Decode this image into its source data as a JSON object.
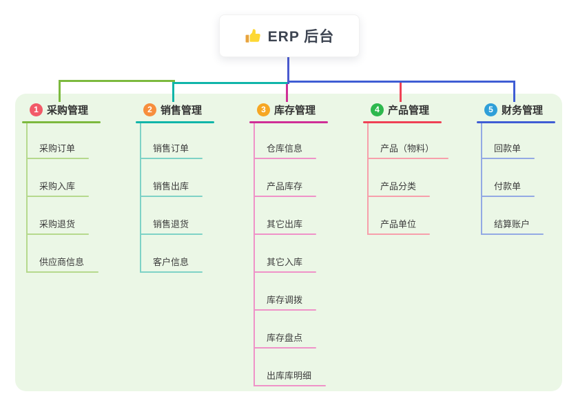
{
  "root": {
    "icon": "thumbs-up",
    "title": "ERP 后台"
  },
  "branches": [
    {
      "index": "1",
      "title": "采购管理",
      "badge_color": "#f25a68",
      "line_color": "#7cb93e",
      "light_color": "#b5d98d",
      "children": [
        "采购订单",
        "采购入库",
        "采购退货",
        "供应商信息"
      ]
    },
    {
      "index": "2",
      "title": "销售管理",
      "badge_color": "#f78e3d",
      "line_color": "#10b5a9",
      "light_color": "#7ed2c6",
      "children": [
        "销售订单",
        "销售出库",
        "销售退货",
        "客户信息"
      ]
    },
    {
      "index": "3",
      "title": "库存管理",
      "badge_color": "#f6a623",
      "line_color": "#cf2f96",
      "light_color": "#ef92c8",
      "children": [
        "仓库信息",
        "产品库存",
        "其它出库",
        "其它入库",
        "库存调拨",
        "库存盘点",
        "出库库明细"
      ]
    },
    {
      "index": "4",
      "title": "产品管理",
      "badge_color": "#2db84d",
      "line_color": "#ef4155",
      "light_color": "#f79fab",
      "children": [
        "产品（物料）",
        "产品分类",
        "产品单位"
      ]
    },
    {
      "index": "5",
      "title": "财务管理",
      "badge_color": "#2f9fd8",
      "line_color": "#3f5dd4",
      "light_color": "#93a9e4",
      "children": [
        "回款单",
        "付款单",
        "结算账户"
      ]
    }
  ],
  "colors": {
    "background_card": "#ebf7e6",
    "root_stem": "#4a5ad0",
    "text": "#3c3c3c"
  }
}
